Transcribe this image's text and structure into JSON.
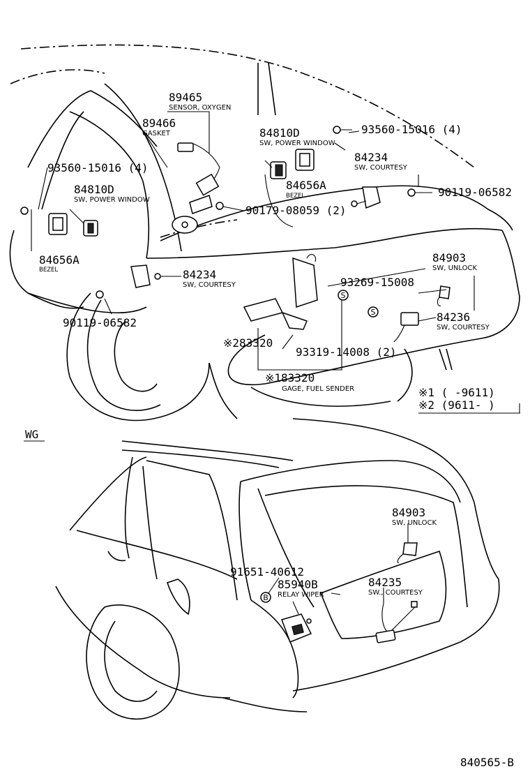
{
  "labels": {
    "p89465": "89465",
    "d89465": "SENSOR, OXYGEN",
    "p89466": "89466",
    "d89466": "GASKET",
    "p84810d_r": "84810D",
    "d84810d_r": "SW, POWER WINDOW",
    "p93560_r": "93560-15016 (4)",
    "p84234_r": "84234",
    "d84234_r": "SW, COURTESY",
    "p84656a_r": "84656A",
    "d84656a_r": "BEZEL",
    "p90119_r": "90119-06582",
    "p90179": "90179-08059 (2)",
    "p93560_l": "93560-15016 (4)",
    "p84810d_l": "84810D",
    "d84810d_l": "SW, POWER WINDOW",
    "p84656a_l": "84656A",
    "d84656a_l": "BEZEL",
    "p84234_l": "84234",
    "d84234_l": "SW, COURTESY",
    "p90119_l": "90119-06582",
    "p84903_top": "84903",
    "d84903_top": "SW, UNLOCK",
    "p93269": "93269-15008",
    "p84236": "84236",
    "d84236": "SW, COURTESY",
    "p283320": "※283320",
    "p93319": "93319-14008 (2)",
    "p183320": "※183320",
    "d183320": "GAGE, FUEL SENDER",
    "note1": "※1 (       -9611)",
    "note2": "※2 (9611-       )",
    "wg": "WG",
    "p84903_wg": "84903",
    "d84903_wg": "SW, UNLOCK",
    "p91651": "91651-40612",
    "p85940b": "85940B",
    "d85940b": "RELAY WIPER",
    "p84235": "84235",
    "d84235": "SW., COURTESY",
    "sym_s": "S",
    "sym_b": "B",
    "footer": "840565-B"
  }
}
